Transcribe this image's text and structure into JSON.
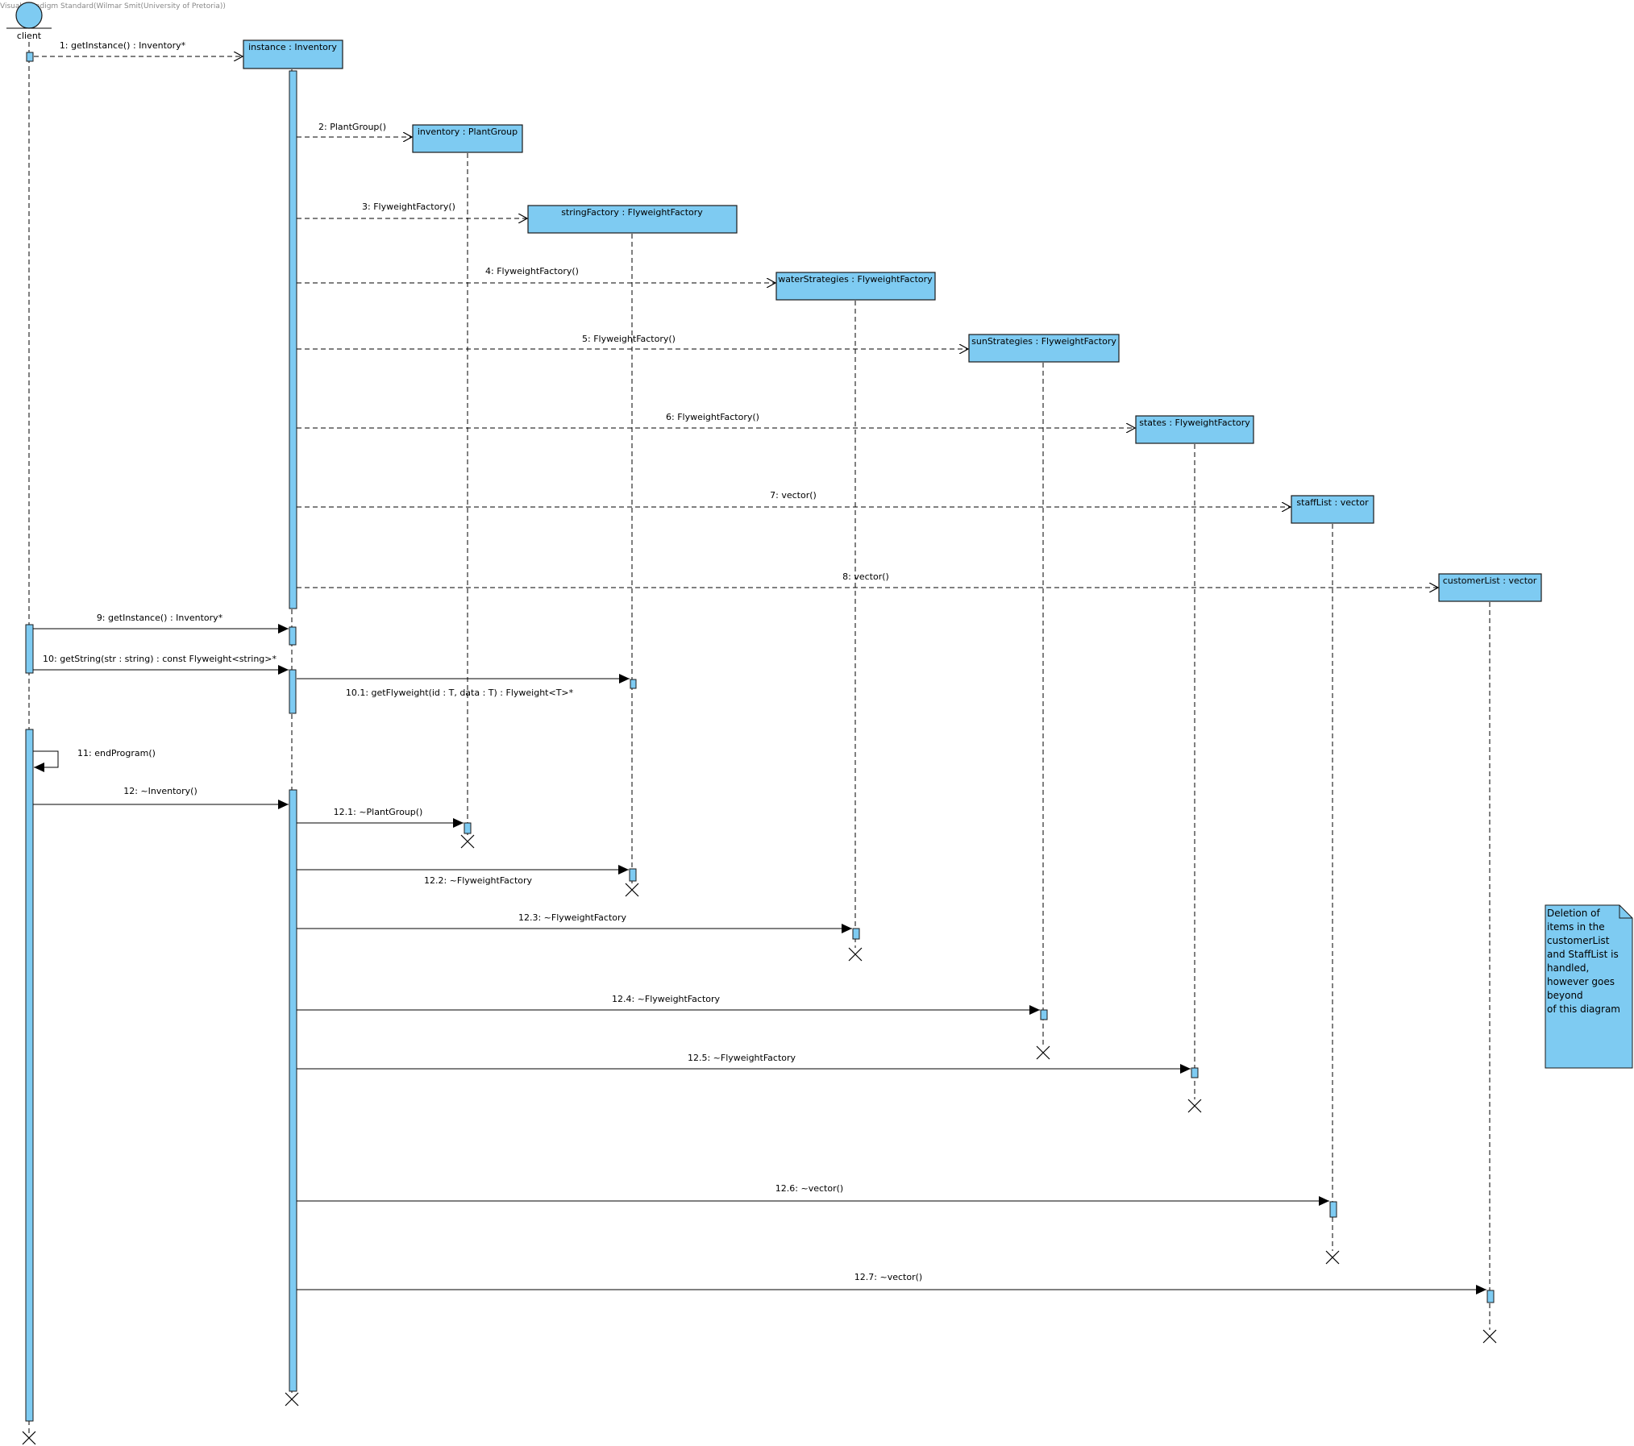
{
  "watermark": "Visual Paradigm Standard(Wilmar Smit(University of Pretoria))",
  "colors": {
    "fill": "#7ecbf2",
    "stroke": "#1a1a1a",
    "line": "#000000"
  },
  "actor": {
    "name": "client"
  },
  "objects": [
    {
      "id": "instance",
      "label": "instance : Inventory"
    },
    {
      "id": "inventory",
      "label": "inventory : PlantGroup"
    },
    {
      "id": "stringFactory",
      "label": "stringFactory : FlyweightFactory"
    },
    {
      "id": "waterStrategies",
      "label": "waterStrategies : FlyweightFactory"
    },
    {
      "id": "sunStrategies",
      "label": "sunStrategies : FlyweightFactory"
    },
    {
      "id": "states",
      "label": "states : FlyweightFactory"
    },
    {
      "id": "staffList",
      "label": "staffList : vector"
    },
    {
      "id": "customerList",
      "label": "customerList : vector"
    }
  ],
  "messages": [
    {
      "id": "m1",
      "label": "1: getInstance() : Inventory*"
    },
    {
      "id": "m2",
      "label": "2: PlantGroup()"
    },
    {
      "id": "m3",
      "label": "3: FlyweightFactory()"
    },
    {
      "id": "m4",
      "label": "4: FlyweightFactory()"
    },
    {
      "id": "m5",
      "label": "5: FlyweightFactory()"
    },
    {
      "id": "m6",
      "label": "6: FlyweightFactory()"
    },
    {
      "id": "m7",
      "label": "7: vector()"
    },
    {
      "id": "m8",
      "label": "8: vector()"
    },
    {
      "id": "m9",
      "label": "9: getInstance() : Inventory*"
    },
    {
      "id": "m10",
      "label": "10: getString(str : string) : const Flyweight<string>*"
    },
    {
      "id": "m10_1",
      "label": "10.1: getFlyweight(id : T, data : T) : Flyweight<T>*"
    },
    {
      "id": "m11",
      "label": "11: endProgram()"
    },
    {
      "id": "m12",
      "label": "12: ~Inventory()"
    },
    {
      "id": "m12_1",
      "label": "12.1: ~PlantGroup()"
    },
    {
      "id": "m12_2",
      "label": "12.2: ~FlyweightFactory"
    },
    {
      "id": "m12_3",
      "label": "12.3: ~FlyweightFactory"
    },
    {
      "id": "m12_4",
      "label": "12.4: ~FlyweightFactory"
    },
    {
      "id": "m12_5",
      "label": "12.5: ~FlyweightFactory"
    },
    {
      "id": "m12_6",
      "label": "12.6: ~vector()"
    },
    {
      "id": "m12_7",
      "label": "12.7: ~vector()"
    }
  ],
  "note": {
    "lines": [
      "Deletion of",
      "items in the",
      "customerList",
      "and StaffList is",
      "handled,",
      "however goes",
      "beyond",
      "of this diagram"
    ]
  }
}
